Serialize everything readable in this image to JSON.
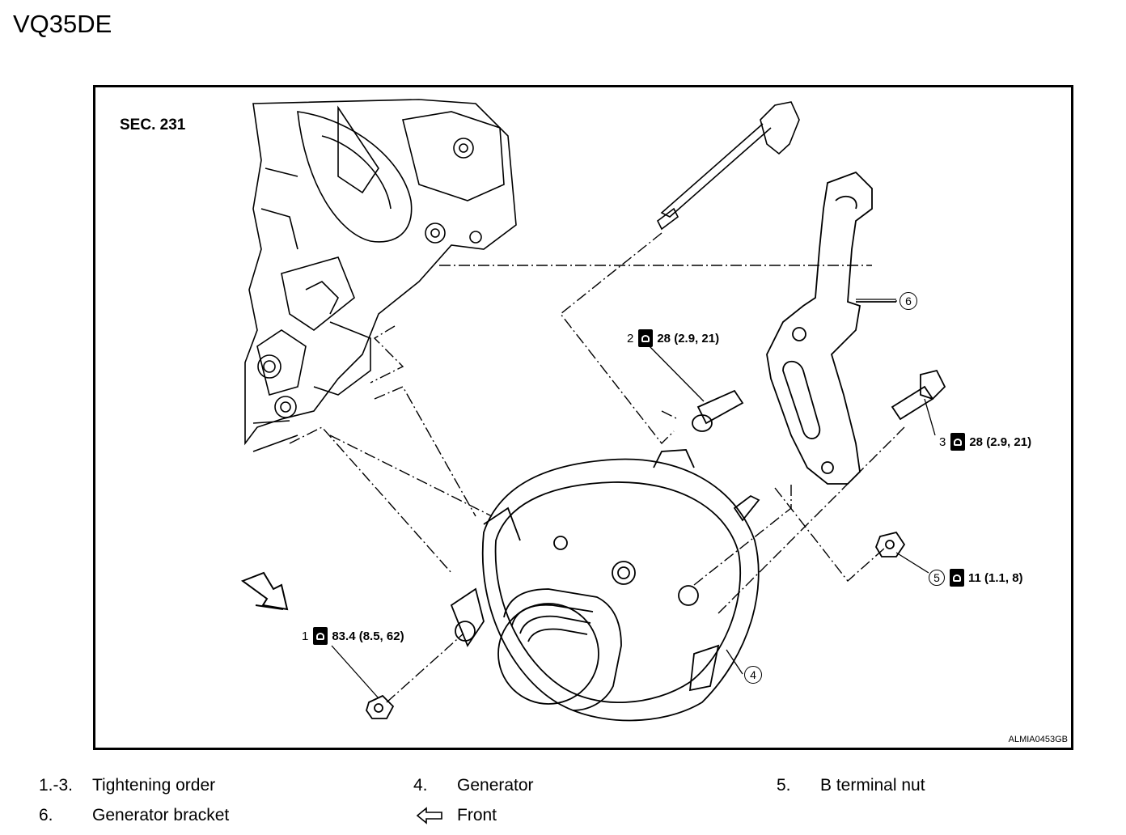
{
  "engine_title": "VQ35DE",
  "figure": {
    "section": "SEC. 231",
    "image_code": "ALMIA0453GB",
    "callouts": [
      {
        "num": "1",
        "torque": "83.4 (8.5, 62)"
      },
      {
        "num": "2",
        "torque": "28 (2.9, 21)"
      },
      {
        "num": "3",
        "torque": "28 (2.9, 21)"
      },
      {
        "num": "5",
        "torque": "11 (1.1, 8)"
      }
    ],
    "parts": [
      "4",
      "6"
    ]
  },
  "legend": [
    {
      "num": "1.-3.",
      "text": "Tightening order"
    },
    {
      "num": "4.",
      "text": "Generator"
    },
    {
      "num": "5.",
      "text": "B terminal nut"
    },
    {
      "num": "6.",
      "text": "Generator bracket"
    },
    {
      "num": "",
      "text": "Front",
      "icon": "front-arrow-icon"
    }
  ]
}
